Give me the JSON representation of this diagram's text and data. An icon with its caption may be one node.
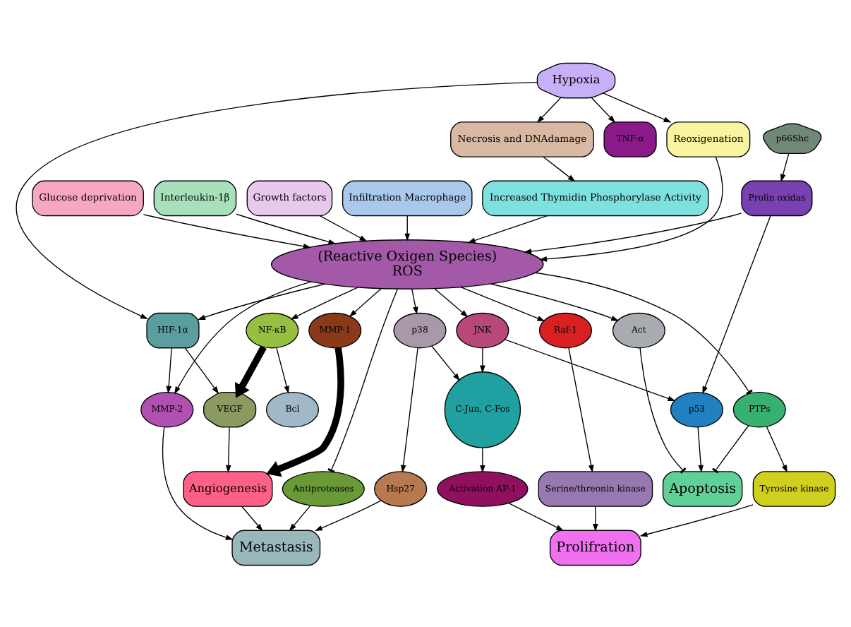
{
  "diagram": {
    "nodes": [
      {
        "text": [
          "Necrosis and DNAdamage"
        ]
      },
      {
        "text": [
          "Increased Thymidin Phosphorylase Activity"
        ]
      },
      {
        "text": [
          "Glucose deprivation"
        ]
      },
      {
        "text": [
          "Interleukin-1β"
        ]
      },
      {
        "text": [
          "Growth factors"
        ]
      },
      {
        "text": [
          "Infiltration Macrophage"
        ]
      },
      {
        "text": [
          "Reoxigenation"
        ]
      },
      {
        "text": [
          "Hypoxia"
        ]
      },
      {
        "text": [
          "HIF-1α"
        ]
      },
      {
        "text": [
          "(Reactive Oxigen Species)",
          "ROS"
        ]
      },
      {
        "text": [
          "MMP-2"
        ]
      },
      {
        "text": [
          "Antiproteases"
        ]
      },
      {
        "text": [
          "p38"
        ]
      },
      {
        "text": [
          "JNK"
        ]
      },
      {
        "text": [
          "Act"
        ]
      },
      {
        "text": [
          "PTPs"
        ]
      },
      {
        "text": [
          "Raf-1"
        ]
      },
      {
        "text": [
          "MMP-1"
        ]
      },
      {
        "text": [
          "NF-κB"
        ]
      },
      {
        "text": [
          "TNF-α"
        ]
      },
      {
        "text": [
          "Hsp27"
        ]
      },
      {
        "text": [
          "C-Jun, C-Fos"
        ]
      },
      {
        "text": [
          "p53"
        ]
      },
      {
        "text": [
          "Prolin oxidas"
        ]
      },
      {
        "text": [
          "Tyrosine kinase"
        ]
      },
      {
        "text": [
          "Bcl"
        ]
      },
      {
        "text": [
          "Metastasis"
        ]
      },
      {
        "text": [
          "Activation AP-1"
        ]
      },
      {
        "text": [
          "p66Shc"
        ]
      },
      {
        "text": [
          "Apoptosis"
        ]
      },
      {
        "text": [
          "Serine/threonin kinase"
        ]
      },
      {
        "text": [
          "Prolifration"
        ]
      },
      {
        "text": [
          "Angiogenesis"
        ]
      },
      {
        "text": [
          "VEGF"
        ]
      }
    ],
    "edges": [
      {
        "from": 7,
        "to": 0,
        "arrow": "to"
      },
      {
        "from": 0,
        "to": 1,
        "arrow": "to"
      },
      {
        "from": 7,
        "to": 6,
        "arrow": "to"
      },
      {
        "from": 6,
        "to": 9,
        "arrow": "to"
      },
      {
        "from": 1,
        "to": 9,
        "arrow": "to"
      },
      {
        "from": 2,
        "to": 9,
        "arrow": "to"
      },
      {
        "from": 3,
        "to": 9,
        "arrow": "to"
      },
      {
        "from": 4,
        "to": 9,
        "arrow": "to"
      },
      {
        "from": 5,
        "to": 9,
        "arrow": "to"
      },
      {
        "from": 7,
        "to": 8,
        "arrow": "to"
      },
      {
        "from": 9,
        "to": 8,
        "arrow": "to"
      },
      {
        "from": 7,
        "to": 19,
        "arrow": "to"
      },
      {
        "from": 9,
        "to": 10,
        "arrow": "to"
      },
      {
        "from": 9,
        "to": 11,
        "arrow": "other"
      },
      {
        "from": 9,
        "to": 12,
        "arrow": "to"
      },
      {
        "from": 9,
        "to": 13,
        "arrow": "to"
      },
      {
        "from": 9,
        "to": 14,
        "arrow": "to"
      },
      {
        "from": 9,
        "to": 15,
        "arrow": "other"
      },
      {
        "from": 9,
        "to": 16,
        "arrow": "to"
      },
      {
        "from": 9,
        "to": 17,
        "arrow": "to"
      },
      {
        "from": 9,
        "to": 18,
        "arrow": "to"
      },
      {
        "from": 8,
        "to": 10,
        "arrow": "to"
      },
      {
        "from": 8,
        "to": 33,
        "arrow": "to"
      },
      {
        "from": 10,
        "to": 26,
        "arrow": "to"
      },
      {
        "from": 11,
        "to": 26,
        "arrow": "to"
      },
      {
        "from": 12,
        "to": 20,
        "arrow": "to"
      },
      {
        "from": 12,
        "to": 21,
        "arrow": "to"
      },
      {
        "from": 20,
        "to": 26,
        "arrow": "to"
      },
      {
        "from": 13,
        "to": 21,
        "arrow": "to"
      },
      {
        "from": 13,
        "to": 22,
        "arrow": "to"
      },
      {
        "from": 23,
        "to": 9,
        "arrow": "to"
      },
      {
        "from": 23,
        "to": 22,
        "arrow": "to"
      },
      {
        "from": 28,
        "to": 23,
        "arrow": "to"
      },
      {
        "from": 21,
        "to": 27,
        "arrow": "to"
      },
      {
        "from": 27,
        "to": 31,
        "arrow": "to"
      },
      {
        "from": 22,
        "to": 29,
        "arrow": "to"
      },
      {
        "from": 14,
        "to": 29,
        "arrow": "other"
      },
      {
        "from": 15,
        "to": 29,
        "arrow": "other"
      },
      {
        "from": 15,
        "to": 24,
        "arrow": "to"
      },
      {
        "from": 24,
        "to": 31,
        "arrow": "to"
      },
      {
        "from": 16,
        "to": 30,
        "arrow": "to"
      },
      {
        "from": 30,
        "to": 31,
        "arrow": "to"
      },
      {
        "from": 18,
        "to": 25,
        "arrow": "to"
      },
      {
        "from": 17,
        "to": 32,
        "arrow": "to",
        "style": "thick"
      },
      {
        "from": 18,
        "to": 33,
        "arrow": "to",
        "style": "thick"
      },
      {
        "from": 32,
        "to": 26,
        "arrow": "to"
      },
      {
        "from": 33,
        "to": 32,
        "arrow": "to"
      }
    ]
  }
}
